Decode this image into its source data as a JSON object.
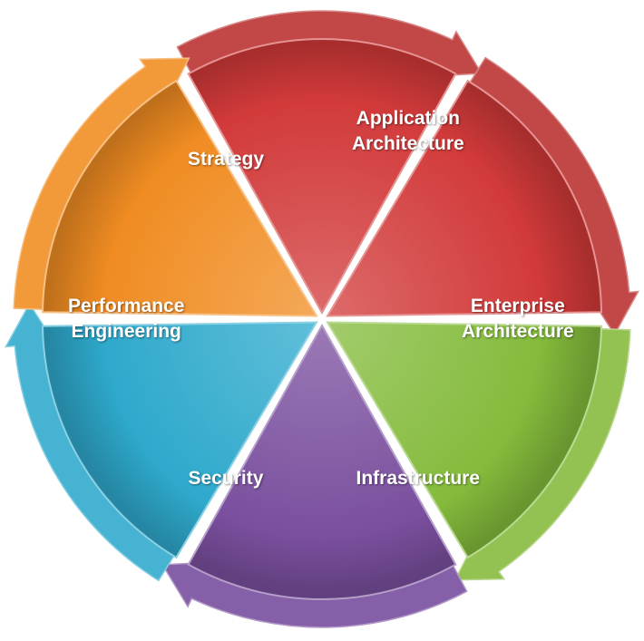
{
  "diagram": {
    "segments": [
      {
        "id": "strategy",
        "lines": [
          "Strategy"
        ],
        "color": "#d23a3a",
        "arrow_color": "#c24848"
      },
      {
        "id": "application-architecture",
        "lines": [
          "Application",
          "Architecture"
        ],
        "color": "#d23a3a",
        "arrow_color": "#c24848"
      },
      {
        "id": "enterprise-architecture",
        "lines": [
          "Enterprise",
          "Architecture"
        ],
        "color": "#84bb3c",
        "arrow_color": "#94c252"
      },
      {
        "id": "infrastructure",
        "lines": [
          "Infrastructure"
        ],
        "color": "#7a4f9e",
        "arrow_color": "#8560a8"
      },
      {
        "id": "security",
        "lines": [
          "Security"
        ],
        "color": "#2ea9cc",
        "arrow_color": "#46b3d2"
      },
      {
        "id": "performance-engineering",
        "lines": [
          "Performance",
          "Engineering"
        ],
        "color": "#f08c22",
        "arrow_color": "#f29a3a"
      }
    ]
  }
}
